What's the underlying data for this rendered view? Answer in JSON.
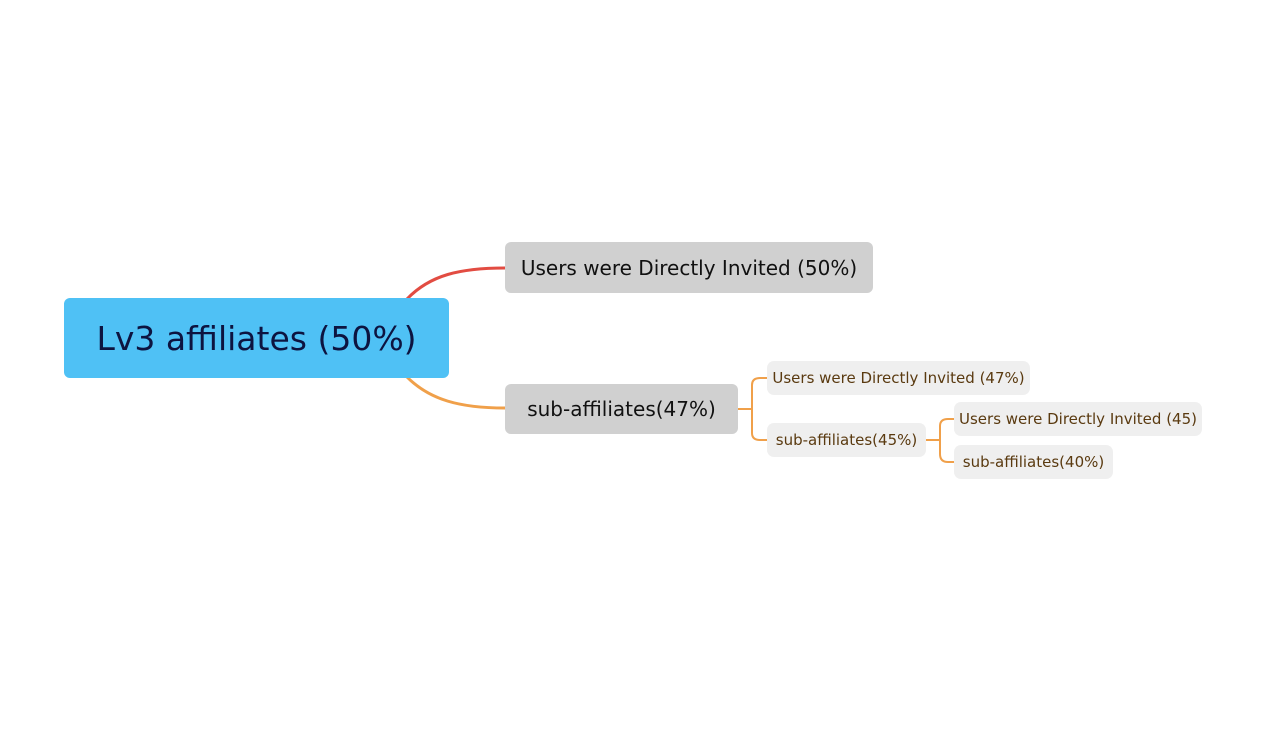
{
  "mindmap": {
    "root": {
      "label": "Lv3 affiliates (50%)",
      "color": "#4fc1f5"
    },
    "branches": [
      {
        "label": "Users were Directly Invited (50%)",
        "connector_color": "#e24c42"
      },
      {
        "label": "sub-affiliates(47%)",
        "connector_color": "#f0a04a",
        "children": [
          {
            "label": "Users were Directly Invited (47%)"
          },
          {
            "label": "sub-affiliates(45%)",
            "children": [
              {
                "label": "Users were Directly Invited (45)"
              },
              {
                "label": "sub-affiliates(40%)"
              }
            ]
          }
        ]
      }
    ]
  }
}
